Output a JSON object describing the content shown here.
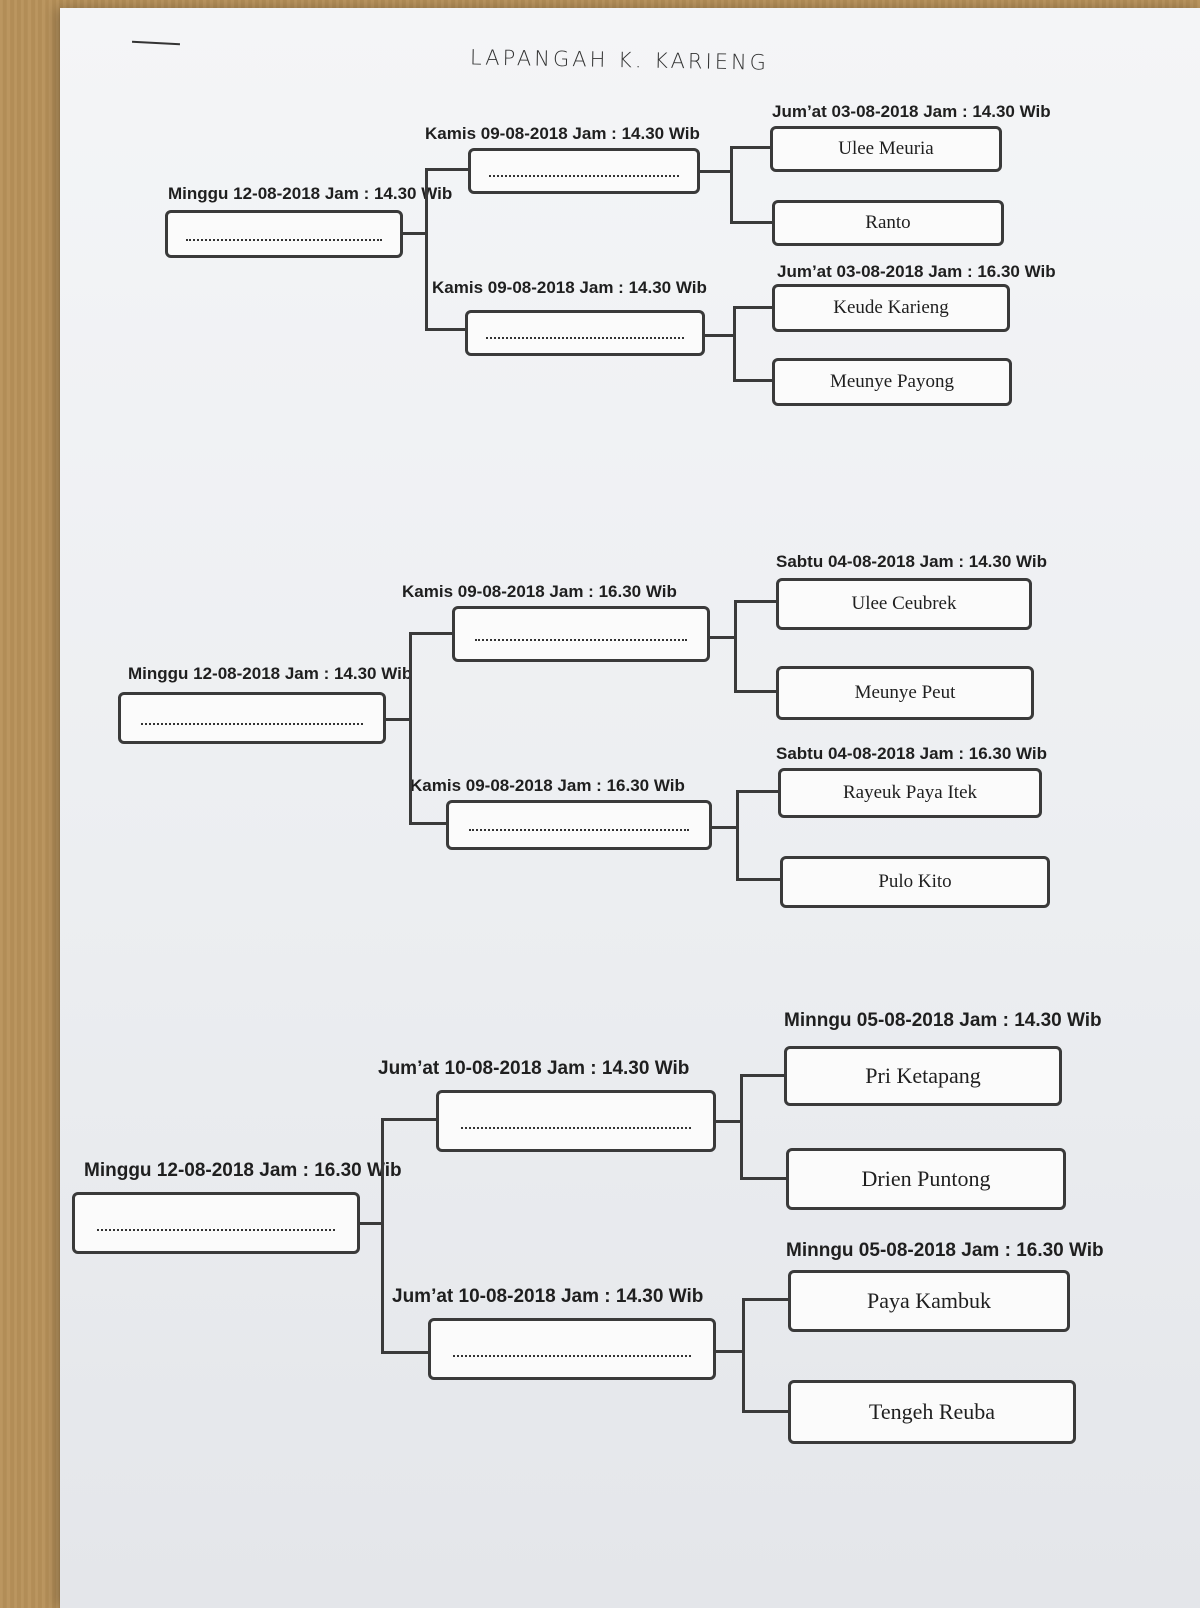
{
  "title": "LAPANGAH   K. KARIENG",
  "brackets": [
    {
      "final": {
        "label": "Minggu 12-08-2018  Jam : 14.30 Wib",
        "slot": "......................................"
      },
      "semis": [
        {
          "label": "Kamis 09-08-2018  Jam : 14.30 Wib",
          "slot": "......................................"
        },
        {
          "label": "Kamis 09-08-2018  Jam : 14.30 Wib",
          "slot": "......................................"
        }
      ],
      "matches": [
        {
          "label": "Jum’at 03-08-2018 Jam : 14.30 Wib",
          "teams": [
            "Ulee Meuria",
            "Ranto"
          ]
        },
        {
          "label": "Jum’at 03-08-2018 Jam : 16.30 Wib",
          "teams": [
            "Keude Karieng",
            "Meunye Payong"
          ]
        }
      ]
    },
    {
      "final": {
        "label": "Minggu 12-08-2018  Jam : 14.30 Wib",
        "slot": "......................................"
      },
      "semis": [
        {
          "label": "Kamis 09-08-2018  Jam : 16.30 Wib",
          "slot": "......................................"
        },
        {
          "label": "Kamis 09-08-2018  Jam : 16.30 Wib",
          "slot": "......................................"
        }
      ],
      "matches": [
        {
          "label": "Sabtu 04-08-2018 Jam : 14.30 Wib",
          "teams": [
            "Ulee Ceubrek",
            "Meunye Peut"
          ]
        },
        {
          "label": "Sabtu 04-08-2018 Jam : 16.30 Wib",
          "teams": [
            "Rayeuk Paya Itek",
            "Pulo Kito"
          ]
        }
      ]
    },
    {
      "final": {
        "label": "Minggu 12-08-2018  Jam : 16.30 Wib",
        "slot": "......................................"
      },
      "semis": [
        {
          "label": "Jum’at 10-08-2018  Jam : 14.30 Wib",
          "slot": "......................................"
        },
        {
          "label": "Jum’at 10-08-2018  Jam : 14.30 Wib",
          "slot": "......................................"
        }
      ],
      "matches": [
        {
          "label": "Minngu 05-08-2018  Jam : 14.30 Wib",
          "teams": [
            "Pri Ketapang",
            "Drien Puntong"
          ]
        },
        {
          "label": "Minngu 05-08-2018 Jam : 16.30 Wib",
          "teams": [
            "Paya Kambuk",
            "Tengeh Reuba"
          ]
        }
      ]
    }
  ]
}
